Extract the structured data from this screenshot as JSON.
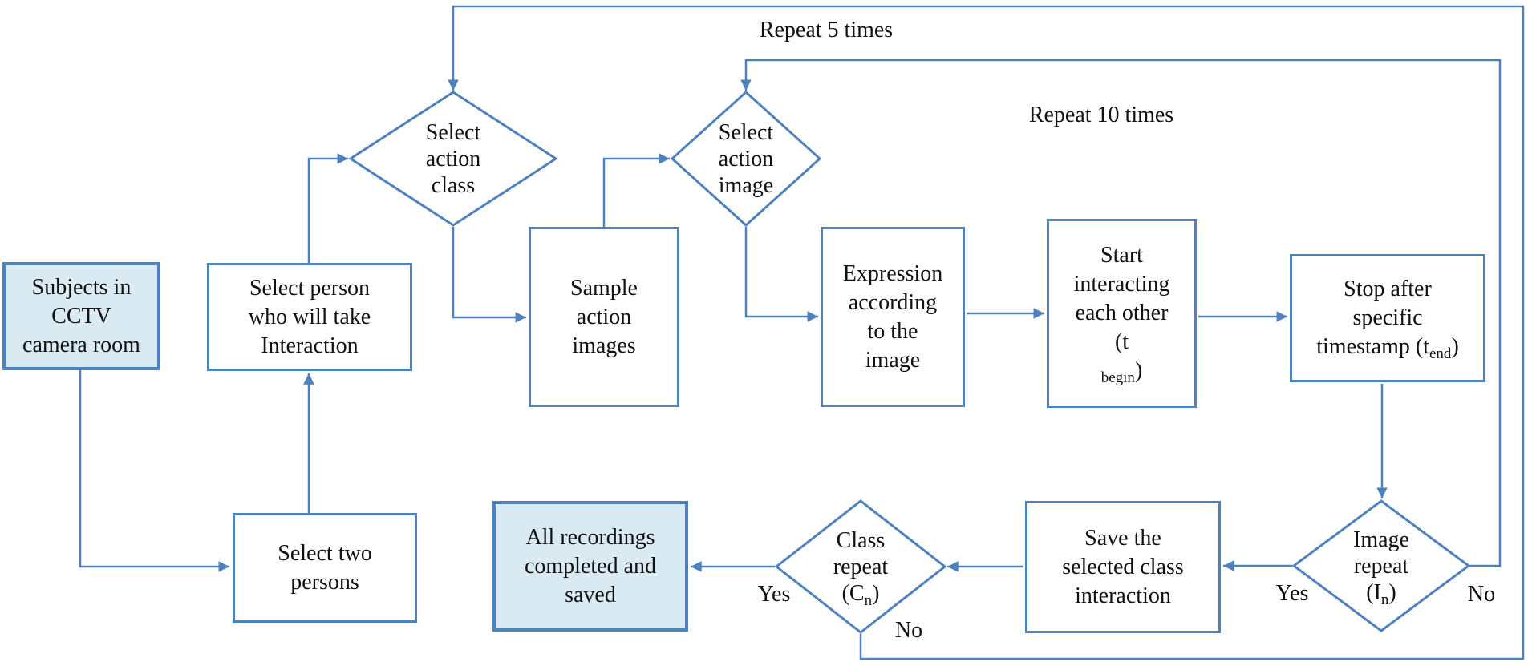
{
  "title": "CCTV interaction recording procedure flowchart",
  "colors": {
    "line": "#4f81bd",
    "fill_highlight": "#daeaf3",
    "fill_node": "#ffffff",
    "text": "#111111"
  },
  "nodes": {
    "subjects": {
      "l1": "Subjects in",
      "l2": "CCTV",
      "l3": "camera room"
    },
    "select_person": {
      "l1": "Select person",
      "l2": "who will take",
      "l3": "Interaction"
    },
    "select_two": {
      "l1": "Select two",
      "l2": "persons"
    },
    "select_class": {
      "l1": "Select",
      "l2": "action",
      "l3": "class"
    },
    "sample": {
      "l1": "Sample",
      "l2": "action",
      "l3": "images"
    },
    "select_image": {
      "l1": "Select",
      "l2": "action",
      "l3": "image"
    },
    "expression": {
      "l1": "Expression",
      "l2": "according",
      "l3": "to the",
      "l4": "image"
    },
    "start": {
      "l1": "Start",
      "l2": "interacting",
      "l3": "each other",
      "l4_pre": "(t",
      "l4_sub": "begin",
      "l4_post": ")"
    },
    "stop": {
      "l1": "Stop after",
      "l2": "specific",
      "l3_pre": "timestamp (t",
      "l3_sub": "end",
      "l3_post": ")"
    },
    "image_repeat": {
      "l1": "Image",
      "l2": "repeat",
      "l3_pre": "(I",
      "l3_sub": "n",
      "l3_post": ")"
    },
    "save": {
      "l1": "Save the",
      "l2": "selected class",
      "l3": "interaction"
    },
    "class_repeat": {
      "l1": "Class",
      "l2": "repeat",
      "l3_pre": "(C",
      "l3_sub": "n",
      "l3_post": ")"
    },
    "all_recordings": {
      "l1": "All recordings",
      "l2": "completed and",
      "l3": "saved"
    }
  },
  "labels": {
    "repeat5": "Repeat 5 times",
    "repeat10": "Repeat 10 times",
    "image_yes": "Yes",
    "image_no": "No",
    "class_yes": "Yes",
    "class_no": "No"
  }
}
